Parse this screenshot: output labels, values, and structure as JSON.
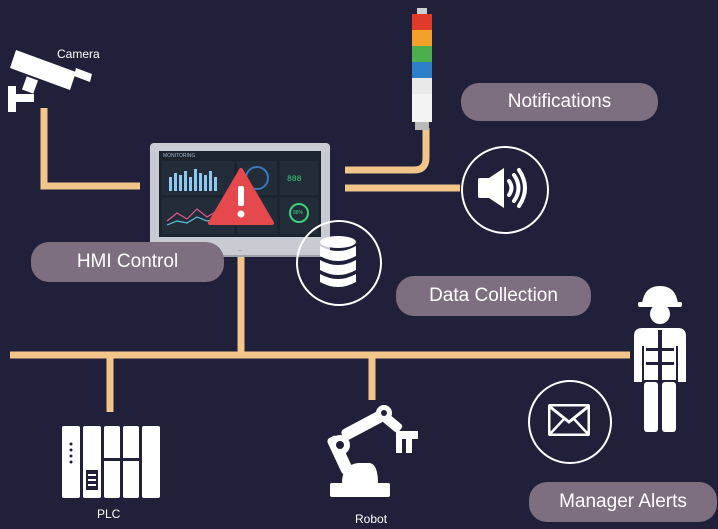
{
  "labels": {
    "camera": "Camera",
    "notifications": "Notifications",
    "hmi_control": "HMI Control",
    "data_collection": "Data Collection",
    "manager_alerts": "Manager Alerts",
    "plc": "PLC",
    "robot": "Robot"
  },
  "hmi_screen": {
    "title": "MONITORING",
    "readout": "888",
    "gauge": "88%"
  },
  "colors": {
    "background": "#20203a",
    "connector": "#f2c58a",
    "pill": "#7d6f7f",
    "alert": "#e5484d",
    "icon": "#ffffff"
  },
  "icons": [
    "camera-icon",
    "signal-tower-icon",
    "speaker-icon",
    "database-icon",
    "worker-icon",
    "mail-icon",
    "plc-icon",
    "robot-arm-icon",
    "warning-icon"
  ]
}
